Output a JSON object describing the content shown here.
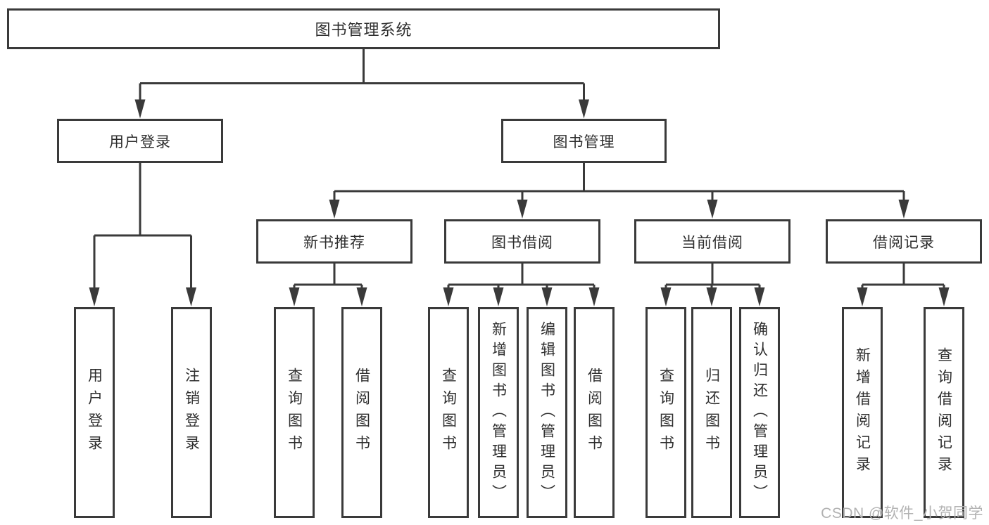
{
  "tree": {
    "label": "图书管理系统",
    "children": [
      {
        "label": "用户登录",
        "children": [
          {
            "label": "用户登录"
          },
          {
            "label": "注销登录"
          }
        ]
      },
      {
        "label": "图书管理",
        "children": [
          {
            "label": "新书推荐",
            "children": [
              {
                "label": "查询图书"
              },
              {
                "label": "借阅图书"
              }
            ]
          },
          {
            "label": "图书借阅",
            "children": [
              {
                "label": "查询图书"
              },
              {
                "label": "新增图书（管理员）"
              },
              {
                "label": "编辑图书（管理员）"
              },
              {
                "label": "借阅图书"
              }
            ]
          },
          {
            "label": "当前借阅",
            "children": [
              {
                "label": "查询图书"
              },
              {
                "label": "归还图书"
              },
              {
                "label": "确认归还（管理员）"
              }
            ]
          },
          {
            "label": "借阅记录",
            "children": [
              {
                "label": "新增借阅记录"
              },
              {
                "label": "查询借阅记录"
              }
            ]
          }
        ]
      }
    ]
  },
  "watermark": "CSDN @软件_小贺同学",
  "colors": {
    "line": "#3a3a3a",
    "text": "#2e2e2e",
    "watermark_text": "#b2b2b2",
    "background": "#ffffff"
  }
}
